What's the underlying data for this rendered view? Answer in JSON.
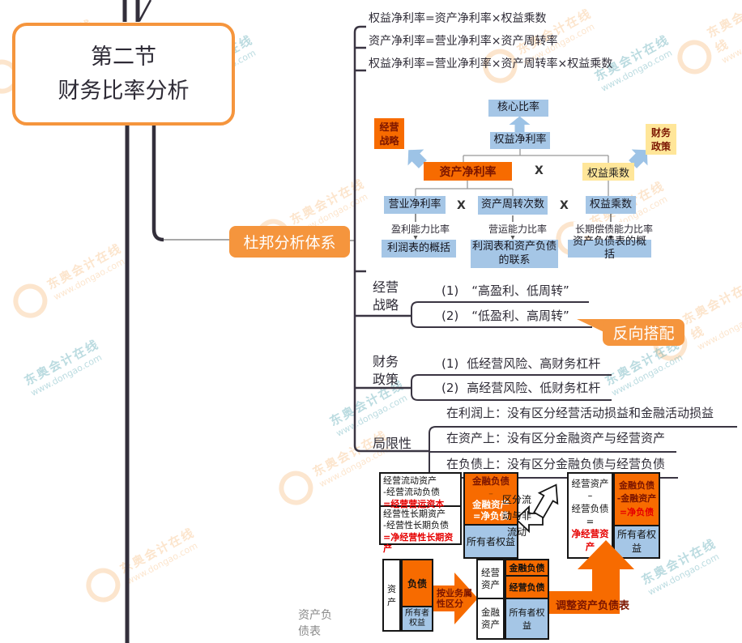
{
  "watermark": {
    "line1": "东奥会计在线",
    "line2": "www.dongao.com"
  },
  "title": {
    "text": "第二节\n财务比率分析"
  },
  "dupont_node": {
    "label": "杜邦分析体系"
  },
  "formulas": {
    "f1": "权益净利率=资产净利率×权益乘数",
    "f2": "资产净利率=营业净利率×资产周转率",
    "f3": "权益净利率=营业净利率×资产周转率×权益乘数"
  },
  "dupont_chart": {
    "core_ratio": "核心比率",
    "roe": "权益净利率",
    "business_strategy": "经营\n战略",
    "financial_policy": "财务\n政策",
    "roa": "资产净利率",
    "times1": "X",
    "equity_multiplier_src": "权益乘数",
    "net_profit_margin": "营业净利率",
    "times2": "X",
    "asset_turnover": "资产周转次数",
    "times3": "X",
    "equity_multiplier": "权益乘数",
    "profitability": "盈利能力比率",
    "operating_capacity": "营运能力比率",
    "long_term_solvency": "长期偿债能力比率",
    "income_statement_summary": "利润表的概括",
    "statement_link": "利润表和资产负债\n的联系",
    "balance_sheet_summary": "资产负债表的概括"
  },
  "strategy": {
    "label": "经营\n战略",
    "item1_num": "(1)",
    "item1_text": "“高盈利、低周转”",
    "item2_num": "(2)",
    "item2_text": "“低盈利、高周转”",
    "callout": "反向搭配"
  },
  "policy": {
    "label": "财务\n政策",
    "item1_num": "(1)",
    "item1_text": "低经营风险、高财务杠杆",
    "item2_num": "(2)",
    "item2_text": "高经营风险、低财务杠杆"
  },
  "limitations": {
    "label": "局限性",
    "item1": "在利润上：没有区分经营活动损益和金融活动损益",
    "item2": "在资产上：没有区分金融资产与经营资产",
    "item3": "在负债上：没有区分金融负债与经营负债"
  },
  "balance_figure": {
    "left_top_1": "经营流动资产",
    "left_top_2": "-经营流动负债",
    "left_top_3": "=经营营运资本",
    "left_bot_1": "经营性长期资产",
    "left_bot_2": "-经营性长期负债",
    "left_bot_3": "=净经营性长期资产",
    "mid_orange_1": "金融负债",
    "mid_orange_2": "–",
    "mid_orange_3": "金融资产",
    "mid_orange_4": "=净负债",
    "mid_blue": "所有者权益",
    "split_label": "区分流\n动与非\n流动",
    "right_white_1": "经营资产",
    "right_white_2": "–",
    "right_white_3": "经营负债",
    "right_white_4": "=",
    "right_white_5": "净经营资产",
    "right_orange_1": "金融负债",
    "right_orange_2": "-金融资产",
    "right_orange_3": "=净负债",
    "right_blue": "所有者权益",
    "adjust_label": "调整资产负债表",
    "caption": "资产负债表",
    "bs_assets": "资产",
    "bs_liabilities": "负债",
    "bs_equity": "所有者权益",
    "arrow_label": "按业务属性区分",
    "grp_op_assets": "经营\n资产",
    "grp_fin_assets": "金融\n资产",
    "grp_fin_liab": "金融负债",
    "grp_op_liab": "经营负债",
    "grp_equity": "所有者权益"
  },
  "colors": {
    "mindmap_orange": "#F5953D",
    "diagram_orange": "#F76B00",
    "light_blue": "#A5C6E6",
    "light_yellow": "#FFE699",
    "dark_red_text": "#7B1500",
    "red_text": "#E60000"
  }
}
